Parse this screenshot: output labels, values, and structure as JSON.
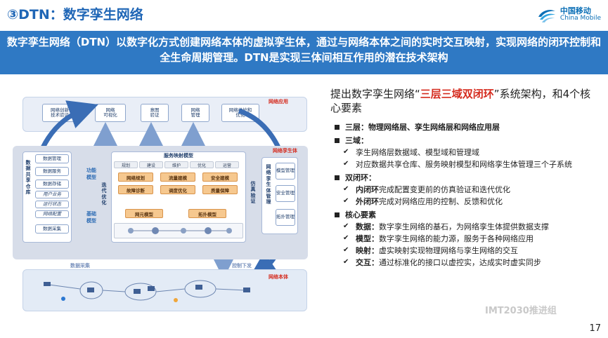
{
  "header": {
    "title": "③DTN：数字孪生网络",
    "logo_cn": "中国移动",
    "logo_en": "China Mobile"
  },
  "banner": {
    "text": "数字孪生网络（DTN）以数字化方式创建网络本体的虚拟孪生体，通过与网络本体之间的实时交互映射，实现网络的闭环控制和全生命周期管理。DTN是实现三体间相互作用的潜在技术架构"
  },
  "diagram": {
    "app_layer_label": "网络应用",
    "app_items": [
      "网络创新\n技术验证",
      "网络\n可视化",
      "意图\n验证",
      "网络\n管理",
      "网络维护和\n优化"
    ],
    "twin_layer_label": "网络孪生体",
    "left_col_title": "数据共享仓库",
    "left_col_items": [
      "数据管理",
      "数据服务",
      "数据存储",
      "用户业务",
      "运行状态",
      "网络配置",
      "数据采集"
    ],
    "func_model": "功能模型",
    "base_model": "基础模型",
    "iterate": "迭代优化",
    "service_title": "服务映射模型",
    "service_tabs": [
      "规划",
      "建设",
      "维护",
      "优化",
      "运营"
    ],
    "service_items": [
      "网络规划",
      "流量建模",
      "安全建模",
      "故障诊断",
      "调度优化",
      "质量保障"
    ],
    "base_items": [
      "网元模型",
      "拓扑模型"
    ],
    "verify": "仿真验证",
    "right_col_title": "网络孪生体管理",
    "right_col_items": [
      "模型管理",
      "安全管理",
      "拓扑管理"
    ],
    "control_label": "控制下发",
    "collect_label": "数据采集",
    "entity_label": "网络本体"
  },
  "right": {
    "intro_prefix": "提出数字孪生网络“",
    "intro_highlight": "三层三域双闭环",
    "intro_suffix": "”系统架构，和4个核心要素",
    "sections": [
      {
        "head": "三层：物理网络层、孪生网络层和网络应用层",
        "items": []
      },
      {
        "head": "三域：",
        "items": [
          {
            "bold": "",
            "text": "孪生网络层数据域、模型域和管理域"
          },
          {
            "bold": "",
            "text": "对应数据共享仓库、服务映射模型和网络孪生体管理三个子系统"
          }
        ]
      },
      {
        "head": "双闭环：",
        "items": [
          {
            "bold": "内闭环",
            "text": "完成配置变更前的仿真验证和迭代优化"
          },
          {
            "bold": "外闭环",
            "text": "完成对网络应用的控制、反馈和优化"
          }
        ]
      },
      {
        "head": "核心要素",
        "items": [
          {
            "bold": "数据：",
            "text": "数字孪生网络的基石，为网络孪生体提供数据支撑"
          },
          {
            "bold": "模型：",
            "text": "数字孪生网络的能力源，服务于各种网络应用"
          },
          {
            "bold": "映射：",
            "text": "虚实映射实现物理网络与孪生网络的交互"
          },
          {
            "bold": "交互：",
            "text": "通过标准化的接口以虚控实，达成实时虚实同步"
          }
        ]
      }
    ]
  },
  "footer": {
    "page": "17",
    "watermark": "IMT2030推进组"
  }
}
